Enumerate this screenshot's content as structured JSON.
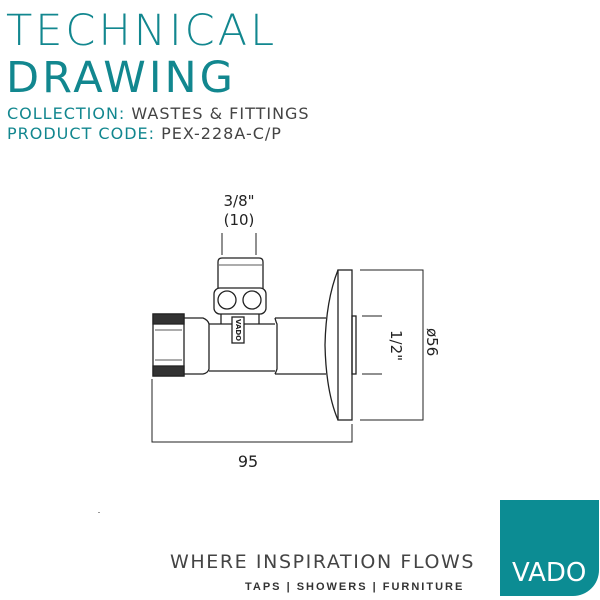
{
  "header": {
    "title_line1": "TECHNICAL",
    "title_line2": "DRAWING",
    "collection_label": "COLLECTION:",
    "collection_value": "WASTES & FITTINGS",
    "product_code_label": "PRODUCT CODE:",
    "product_code_value": "PEX-228A-C/P"
  },
  "drawing": {
    "dim_top_inch": "3/8\"",
    "dim_top_mm": "(10)",
    "dim_thread": "1/2\"",
    "dim_diameter": "ø56",
    "dim_length": "95",
    "label_plate": "VADO"
  },
  "footer": {
    "tagline": "WHERE INSPIRATION FLOWS",
    "subtagline": "TAPS | SHOWERS | FURNITURE",
    "logo_text": "VADO"
  },
  "colors": {
    "accent": "#12878f",
    "logo": "#0c8c93"
  }
}
